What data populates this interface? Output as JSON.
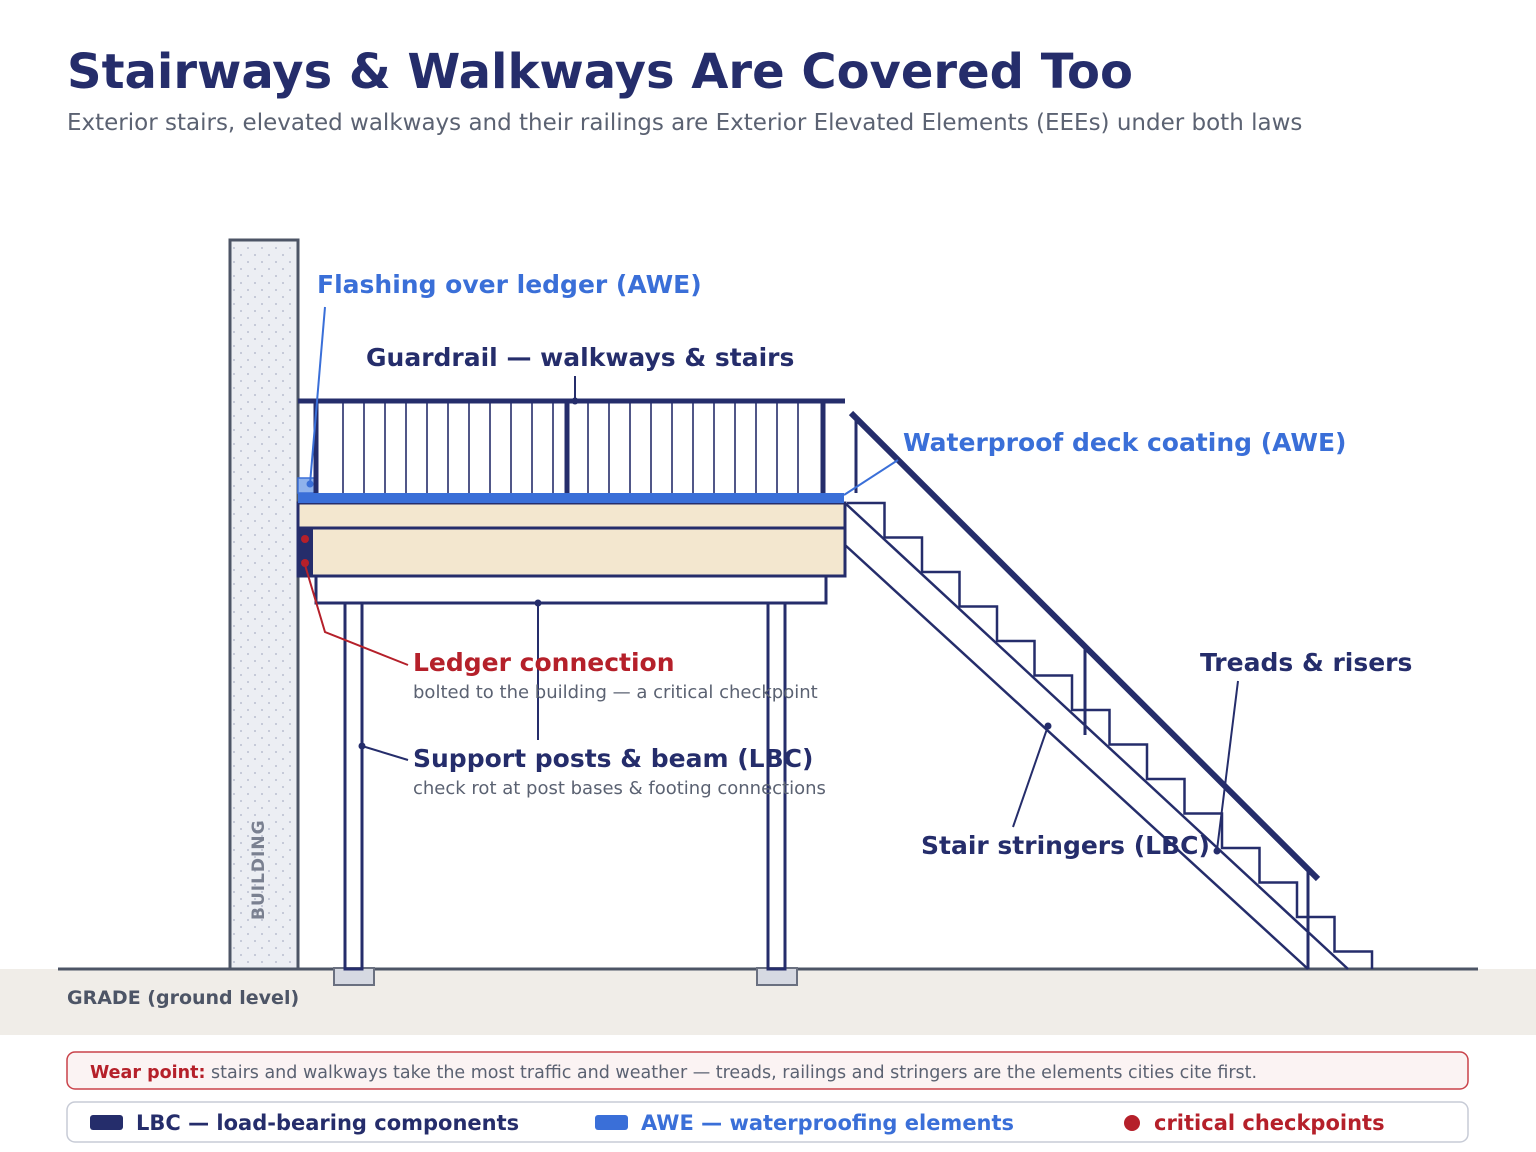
{
  "header": {
    "title": "Stairways & Walkways Are Covered Too",
    "subtitle": "Exterior stairs, elevated walkways and their railings are Exterior Elevated Elements (EEEs) under both laws"
  },
  "labels": {
    "flashing": "Flashing over ledger (AWE)",
    "guardrail": "Guardrail — walkways & stairs",
    "waterproof": "Waterproof deck coating (AWE)",
    "ledger": "Ledger connection",
    "ledger_note": "bolted to the building — a critical checkpoint",
    "support": "Support posts & beam (LBC)",
    "support_note": "check rot at post bases & footing connections",
    "treads": "Treads & risers",
    "stringers": "Stair stringers (LBC)",
    "building": "BUILDING",
    "grade": "GRADE (ground level)"
  },
  "wear": {
    "bold": "Wear point:",
    "text": " stairs and walkways take the most traffic and weather — treads, railings and stringers are the elements cities cite first."
  },
  "legend": {
    "lbc": "LBC — load-bearing components",
    "awe": "AWE — waterproofing elements",
    "critical": "critical checkpoints"
  },
  "colors": {
    "navy": "#252d6b",
    "blue": "#3a6fd8",
    "red": "#b5202a",
    "tan": "#f3e7cf",
    "ground": "#f0ede8"
  }
}
